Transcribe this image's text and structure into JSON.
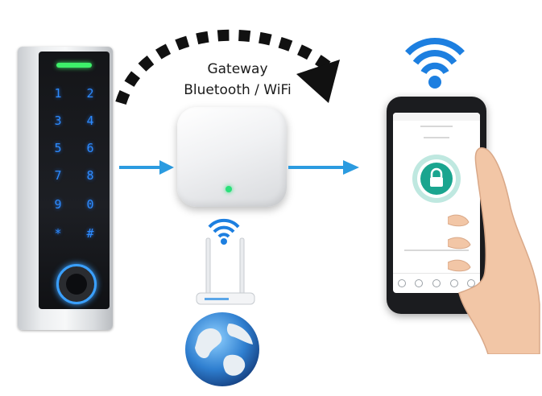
{
  "gateway": {
    "title": "Gateway",
    "subtitle": "Bluetooth / WiFi"
  },
  "keypad": {
    "keys": [
      "1",
      "2",
      "3",
      "4",
      "5",
      "6",
      "7",
      "8",
      "9",
      "0",
      "*",
      "#"
    ]
  },
  "icons": {
    "wifi": "wifi-icon",
    "lock": "lock-icon",
    "globe": "globe-icon",
    "router": "router-icon",
    "fingerprint": "fingerprint-icon"
  },
  "colors": {
    "arrow_blue": "#2b9be0",
    "wifi_blue": "#1d7fe0",
    "app_teal": "#1aa58f",
    "keypad_led_green": "#3ef06a",
    "key_blue": "#2d8bff"
  }
}
